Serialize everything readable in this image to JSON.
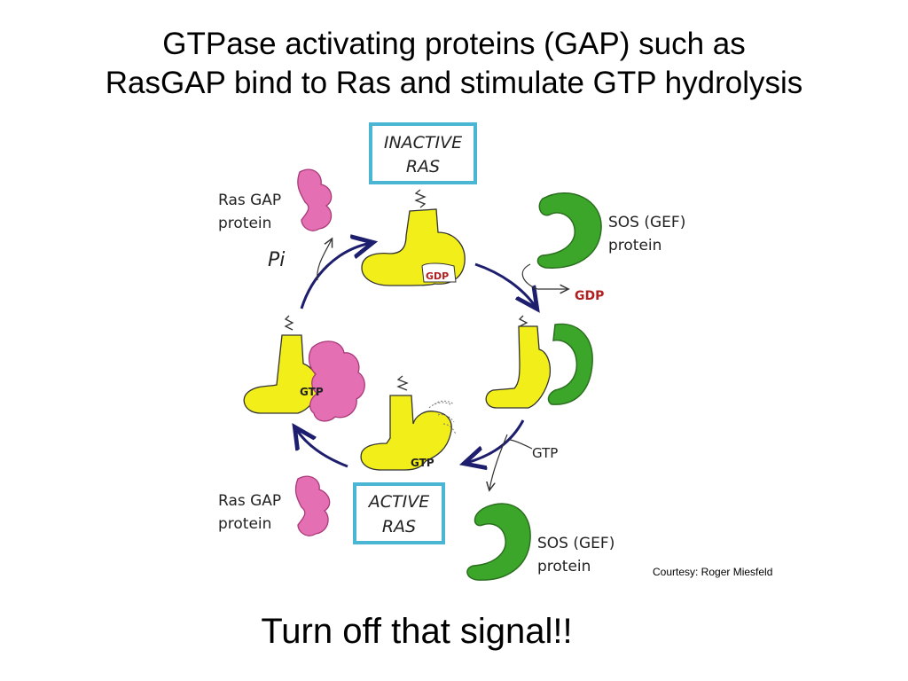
{
  "slide": {
    "title_line1": "GTPase activating proteins (GAP) such as",
    "title_line2": "RasGAP bind to Ras and stimulate GTP hydrolysis",
    "courtesy": "Courtesy: Roger Miesfeld",
    "tagline": "Turn off that signal!!"
  },
  "diagram": {
    "inactive_label_line1": "INACTIVE",
    "inactive_label_line2": "RAS",
    "active_label_line1": "ACTIVE",
    "active_label_line2": "RAS",
    "gap_top_line1": "Ras GAP",
    "gap_top_line2": "protein",
    "gap_bottom_line1": "Ras GAP",
    "gap_bottom_line2": "protein",
    "sos_top_line1": "SOS (GEF)",
    "sos_top_line2": "protein",
    "sos_bottom_line1": "SOS (GEF)",
    "sos_bottom_line2": "protein",
    "pi_label": "Pi",
    "gdp_release_label": "GDP",
    "gtp_entry_label": "GTP",
    "gdp_bound_label": "GDP",
    "gtp_bound_active_label": "GTP",
    "gtp_bound_gap_label": "GTP",
    "colors": {
      "ras_yellow": "#f2ee1a",
      "gap_pink": "#e46fb2",
      "sos_green": "#3ca62a",
      "box_cyan": "#4bb6d4",
      "arrow_navy": "#1e1e6e",
      "gdp_red": "#b02020"
    }
  }
}
